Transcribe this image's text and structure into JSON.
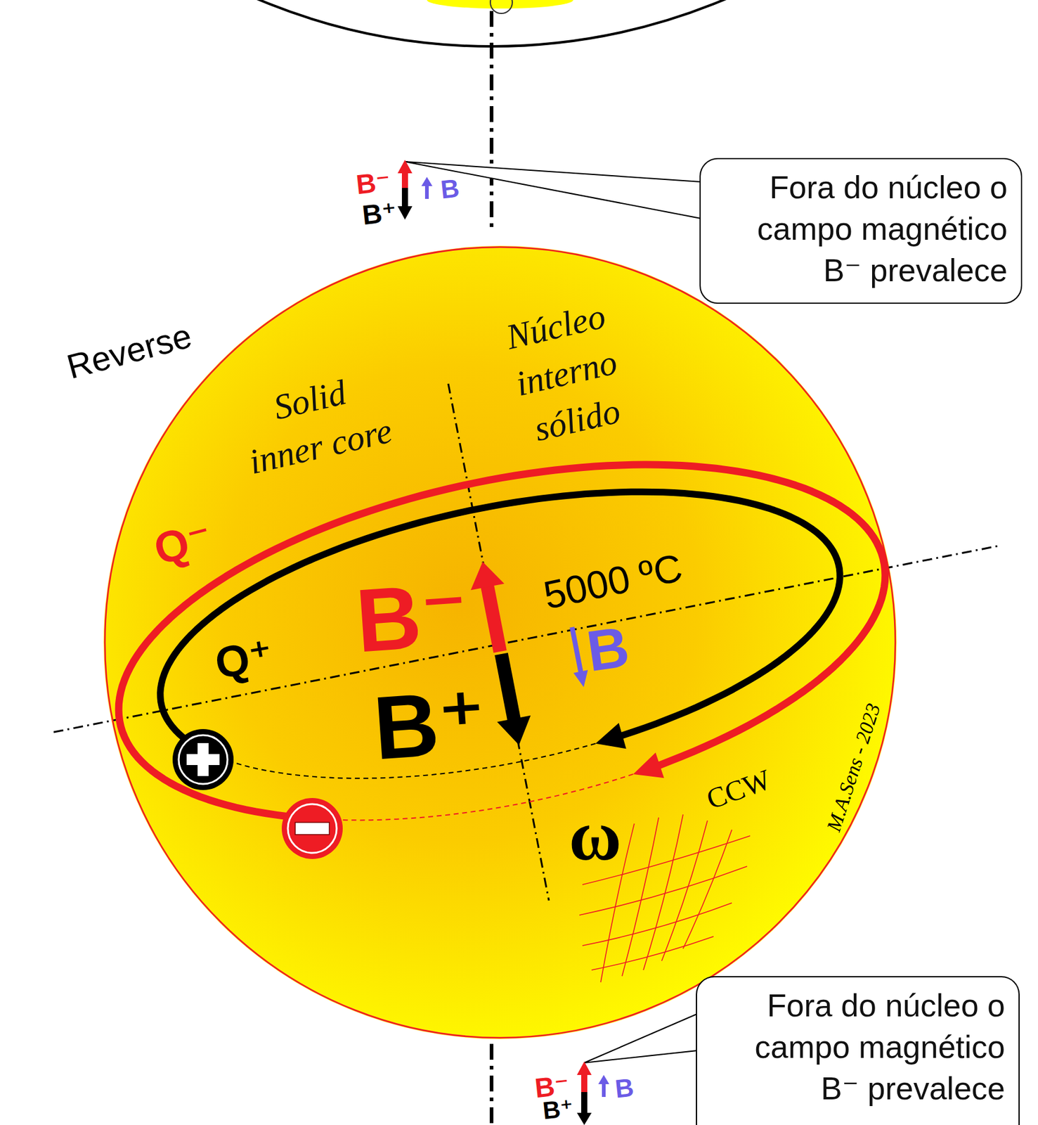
{
  "diagram": {
    "nodes": [
      {
        "text": [
          "Fora do núcleo o campo magnético B⁻ prevalece"
        ]
      },
      {
        "text": [
          "Solid inner core",
          "Núcleo interno sólido"
        ]
      },
      {
        "text": [
          "Fora do núcleo o campo magnético B⁻ prevalece"
        ]
      }
    ],
    "labels": [
      "B⁻",
      "B⁺",
      "B",
      "Reverse",
      "Q⁻",
      "5000 ºC",
      "B⁻",
      "Q⁺",
      "B",
      "B⁺",
      "CCW",
      "ω",
      "M.A.Sens - 2023",
      "B⁻",
      "B",
      "B⁺"
    ]
  }
}
